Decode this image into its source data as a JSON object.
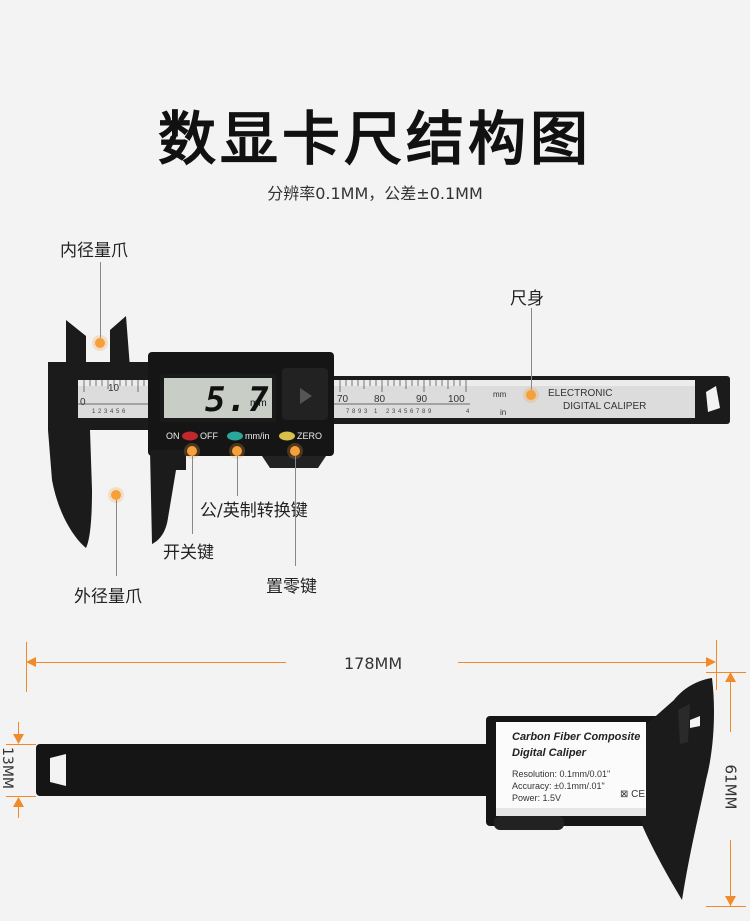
{
  "title": "数显卡尺结构图",
  "subtitle": "分辨率0.1MM，公差±0.1MM",
  "labels": {
    "inner_jaw": "内径量爪",
    "outer_jaw": "外径量爪",
    "ruler_body": "尺身",
    "unit_switch": "公/英制转换键",
    "power_switch": "开关键",
    "zero_key": "置零键"
  },
  "caliper": {
    "display_value": "5.7",
    "display_unit": "mm",
    "on_label": "ON",
    "off_label": "OFF",
    "unit_button_label": "mm/in",
    "zero_button_label": "ZERO",
    "beam_brand_line1": "ELECTRONIC",
    "beam_brand_line2": "DIGITAL CALIPER",
    "beam_mm": "mm",
    "beam_in": "in",
    "scale_ticks": [
      "0",
      "10",
      "70",
      "80",
      "90",
      "100"
    ],
    "inch_ticks": [
      "1",
      "2",
      "3",
      "4",
      "5",
      "6",
      "7",
      "8",
      "9",
      "3",
      "1",
      "2",
      "3",
      "4",
      "5",
      "6",
      "7",
      "8",
      "9",
      "4"
    ]
  },
  "dimensions": {
    "length": "178MM",
    "beam_height": "13MM",
    "jaw_height": "61MM"
  },
  "spec_label": {
    "title_line1": "Carbon Fiber Composite",
    "title_line2": "Digital Caliper",
    "resolution": "Resolution: 0.1mm/0.01\"",
    "accuracy": "Accuracy: ±0.1mm/.01\"",
    "power": "Power: 1.5V",
    "marks": "⊠ CE"
  },
  "colors": {
    "accent": "#f5a03a",
    "body": "#1a1a1a",
    "on_button": "#c0282c",
    "unit_button": "#2aa79b",
    "zero_button": "#d9c04a"
  }
}
